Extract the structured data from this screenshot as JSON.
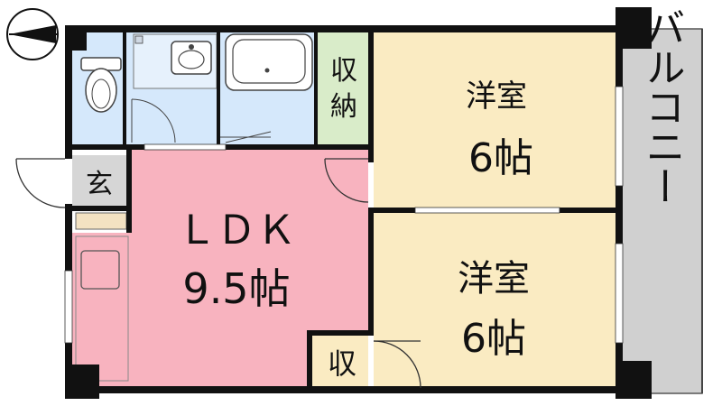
{
  "rooms": {
    "bedroom_top": {
      "name": "洋室",
      "size": "6帖",
      "color": "#faebc2"
    },
    "bedroom_bottom": {
      "name": "洋室",
      "size": "6帖",
      "color": "#faebc2"
    },
    "ldk": {
      "name": "ＬＤＫ",
      "size": "9.5帖",
      "color": "#f8b3bf"
    },
    "storage_top": {
      "label_line1": "収",
      "label_line2": "納",
      "color": "#d9ecc9"
    },
    "storage_small": {
      "label": "収",
      "color": "#faebc2"
    },
    "entrance": {
      "label": "玄",
      "color": "#d6d6d6"
    },
    "balcony": {
      "label": "バルコニー",
      "color": "#d0d0d0"
    },
    "wet_area": {
      "color": "#d5e8fb"
    }
  },
  "compass": {
    "icon": "north-arrow-icon"
  }
}
